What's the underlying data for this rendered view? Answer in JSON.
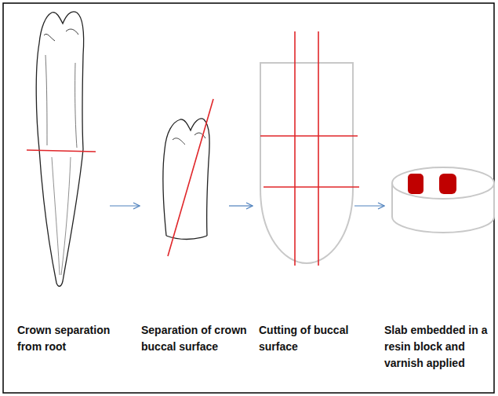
{
  "diagram": {
    "labels": [
      "Crown separation from root",
      "Separation of crown buccal surface",
      "Cutting of buccal surface",
      "Slab embedded in a resin block and varnish applied"
    ]
  }
}
